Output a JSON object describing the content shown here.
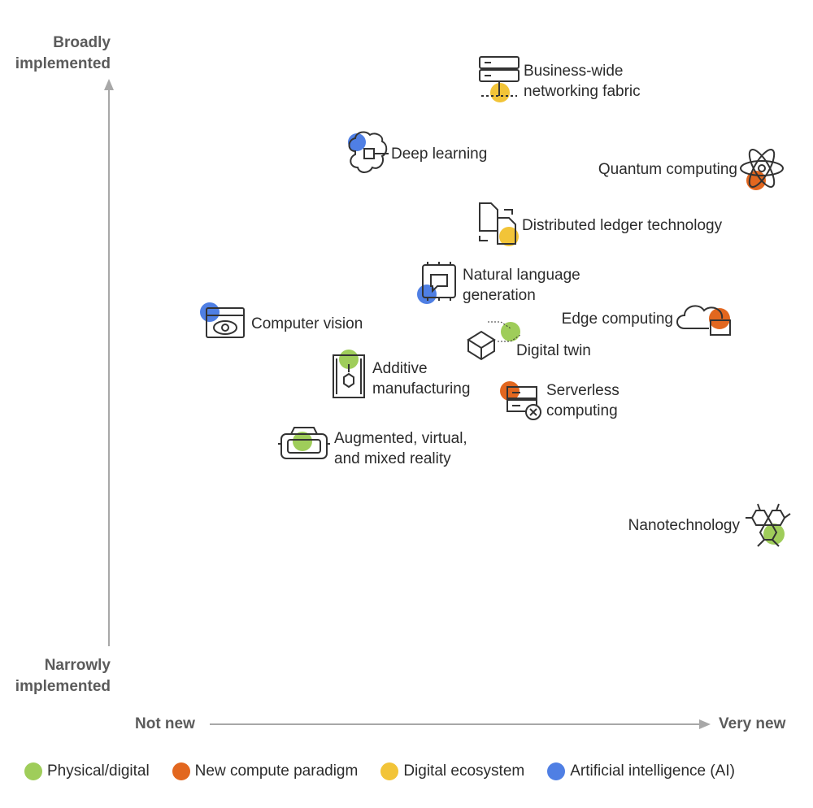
{
  "axes": {
    "y_top": [
      "Broadly",
      "implemented"
    ],
    "y_bottom": [
      "Narrowly",
      "implemented"
    ],
    "x_left": "Not new",
    "x_right": "Very new"
  },
  "colors": {
    "physical_digital": "#9fcd5a",
    "new_compute": "#e2671f",
    "digital_ecosystem": "#f2c438",
    "ai": "#4f7fe4",
    "axis": "#a8a8a8",
    "icon": "#333333"
  },
  "legend": [
    {
      "label": "Physical/digital",
      "color": "#9fcd5a"
    },
    {
      "label": "New compute paradigm",
      "color": "#e2671f"
    },
    {
      "label": "Digital ecosystem",
      "color": "#f2c438"
    },
    {
      "label": "Artificial intelligence (AI)",
      "color": "#4f7fe4"
    }
  ],
  "technologies": [
    {
      "id": "networking",
      "lines": [
        "Business-wide",
        "networking fabric"
      ],
      "category": "Digital ecosystem",
      "icon": "server-rack-icon"
    },
    {
      "id": "deep-learning",
      "lines": [
        "Deep learning"
      ],
      "category": "Artificial intelligence (AI)",
      "icon": "brain-chip-icon"
    },
    {
      "id": "quantum",
      "lines": [
        "Quantum computing"
      ],
      "category": "New compute paradigm",
      "icon": "atom-icon"
    },
    {
      "id": "ledger",
      "lines": [
        "Distributed ledger technology"
      ],
      "category": "Digital ecosystem",
      "icon": "documents-exchange-icon"
    },
    {
      "id": "nlg",
      "lines": [
        "Natural language",
        "generation"
      ],
      "category": "Artificial intelligence (AI)",
      "icon": "chip-speech-icon"
    },
    {
      "id": "vision",
      "lines": [
        "Computer vision"
      ],
      "category": "Artificial intelligence (AI)",
      "icon": "eye-window-icon"
    },
    {
      "id": "edge",
      "lines": [
        "Edge computing"
      ],
      "category": "New compute paradigm",
      "icon": "cloud-device-icon"
    },
    {
      "id": "twin",
      "lines": [
        "Digital twin"
      ],
      "category": "Physical/digital",
      "icon": "box-twin-icon"
    },
    {
      "id": "additive",
      "lines": [
        "Additive",
        "manufacturing"
      ],
      "category": "Physical/digital",
      "icon": "3d-printer-icon"
    },
    {
      "id": "serverless",
      "lines": [
        "Serverless",
        "computing"
      ],
      "category": "New compute paradigm",
      "icon": "server-x-icon"
    },
    {
      "id": "reality",
      "lines": [
        "Augmented, virtual,",
        "and mixed reality"
      ],
      "category": "Physical/digital",
      "icon": "vr-headset-icon"
    },
    {
      "id": "nano",
      "lines": [
        "Nanotechnology"
      ],
      "category": "Physical/digital",
      "icon": "molecule-icon"
    }
  ]
}
